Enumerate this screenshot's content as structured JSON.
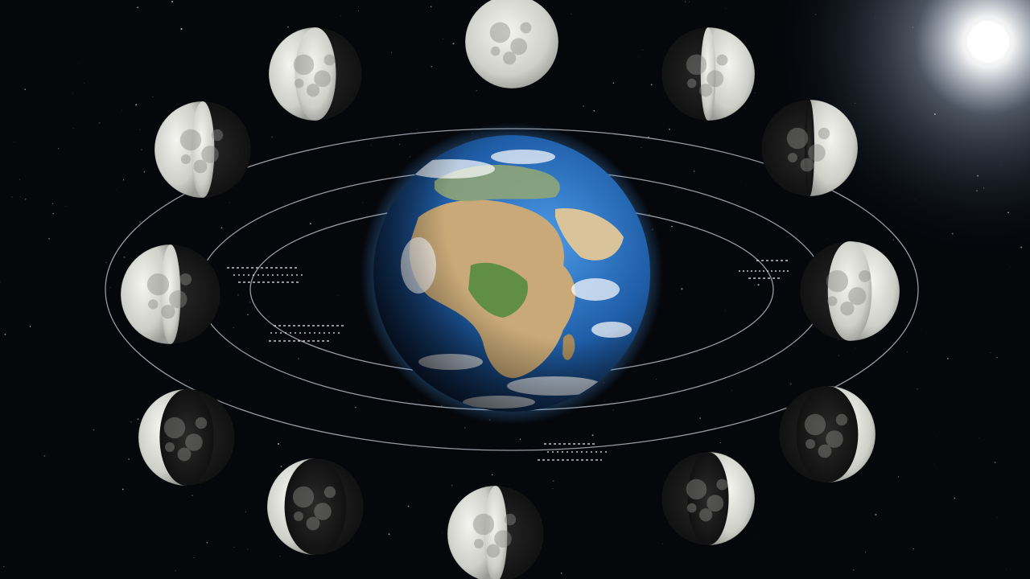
{
  "scene": {
    "subject": "earth-with-lunar-phases",
    "background_color": "#05070b",
    "sun_color": "#ffffff",
    "orbit_color": "#c8ced6",
    "moon_lit_color": "#dcdcd8",
    "moon_dark_color": "#141414",
    "earth_ocean_color": "#2a6fc0",
    "earth_land_color": "#c9a978",
    "earth_glow_color": "#4aa3ff"
  },
  "moon_phases": [
    {
      "id": "full",
      "lit": 1.0,
      "side": "both"
    },
    {
      "id": "waning-gibbous-1",
      "lit": 0.72,
      "side": "left"
    },
    {
      "id": "waning-gibbous-2",
      "lit": 0.62,
      "side": "left"
    },
    {
      "id": "waning-gibbous-3",
      "lit": 0.6,
      "side": "left"
    },
    {
      "id": "waning-crescent-1",
      "lit": 0.22,
      "side": "left"
    },
    {
      "id": "waning-crescent-2",
      "lit": 0.18,
      "side": "left"
    },
    {
      "id": "last-quarter",
      "lit": 0.62,
      "side": "left"
    },
    {
      "id": "waxing-crescent-1",
      "lit": 0.28,
      "side": "right"
    },
    {
      "id": "waxing-crescent-2",
      "lit": 0.18,
      "side": "right"
    },
    {
      "id": "waxing-gibbous-1",
      "lit": 0.72,
      "side": "right"
    },
    {
      "id": "first-quarter",
      "lit": 0.45,
      "side": "right"
    },
    {
      "id": "waxing-gibbous-2",
      "lit": 0.58,
      "side": "right"
    }
  ]
}
